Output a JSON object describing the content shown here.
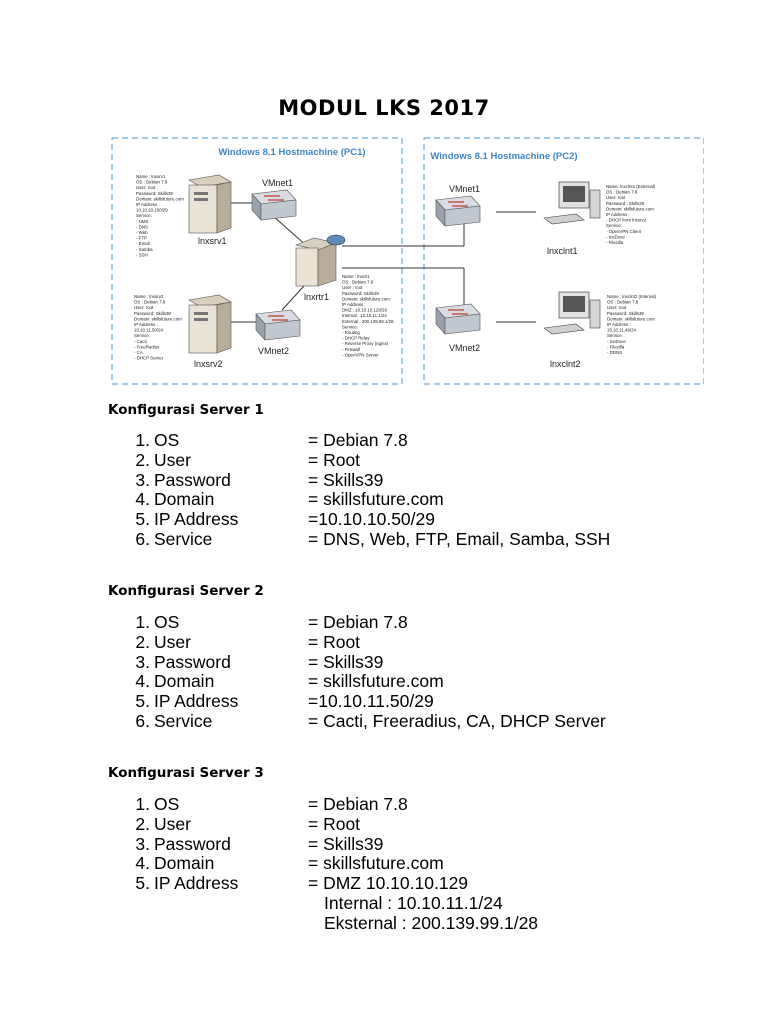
{
  "title": "MODUL LKS 2017",
  "diagram": {
    "pc1_label": "Windows 8.1 Hostmachine (PC1)",
    "pc2_label": "Windows 8.1 Hostmachine (PC2)",
    "vmnet1_left": "VMnet1",
    "vmnet2_left": "VMnet2",
    "vmnet1_right": "VMnet1",
    "vmnet2_right": "VMnet2",
    "srv1_name": "lnxsrv1",
    "srv2_name": "lnxsrv2",
    "rtr_name": "lnxrtr1",
    "clnt1_name": "lnxclnt1",
    "clnt2_name": "lnxclnt2",
    "srv1_info": [
      "Name : lnxsrv1",
      "OS : Debian 7.8",
      "User: root",
      "Password: Skills39",
      "Domain: skillsfuture.com",
      "IP Address :",
      "10.10.10.150/29",
      "Service:",
      "- NMS",
      "- DNS",
      "- Web",
      "- FTP",
      "- Email",
      "- Samba",
      "- SSH"
    ],
    "srv2_info": [
      "Name : lnxsrv2",
      "OS : Debian 7.8",
      "User: root",
      "Password: Skills39",
      "Domain: skillsfuture.com",
      "IP Address :",
      "10.10.11.50/24",
      "Service:",
      "- Cacti",
      "- FreeRadius",
      "- CA",
      "- DHCP Server"
    ],
    "rtr_info": [
      "Name : lnxrtr1",
      "OS : Debian 7.8",
      "User : root",
      "Password: Skills39",
      "Domain: skillsfuture.com",
      "IP Address :",
      "DMZ : 10.10.10.129/29",
      "Internal : 10.10.11.1/24",
      "External : 200.139.99.1/28",
      "Service:",
      "- Routing",
      "- DHCP Relay",
      "- Reverse Proxy (nginx)",
      "- Firewall",
      "- OpenVPN Server"
    ],
    "clnt1_info": [
      "Name: lnxclnt1 (External)",
      "OS : Debian 7.8",
      "User: root",
      "Password : Skills39",
      "Domain: skillsfuture.com",
      "IP Address :",
      "- DHCP from lnxsrv2",
      "Service:",
      "- OpenVPN Client",
      "- IceDove",
      "- Filezilla"
    ],
    "clnt2_info": [
      "Name : lnxclnt2 (Internal)",
      "OS : Debian 7.8",
      "User: root",
      "Password: Skills39",
      "Domain: skillsfuture.com",
      "IP Address :",
      "10.10.11.49/24",
      "Service:",
      "- IceDove",
      "- Filezilla",
      "- DDNS"
    ]
  },
  "sections": [
    {
      "heading": "Konfigurasi Server 1",
      "items": [
        {
          "num": "1.",
          "key": "OS",
          "val": "= Debian 7.8"
        },
        {
          "num": "2.",
          "key": "User",
          "val": "= Root"
        },
        {
          "num": "3.",
          "key": "Password",
          "val": "= Skills39"
        },
        {
          "num": "4.",
          "key": "Domain",
          "val": "= skillsfuture.com"
        },
        {
          "num": "5.",
          "key": "IP Address",
          "val": "=10.10.10.50/29"
        },
        {
          "num": "6.",
          "key": "Service",
          "val": "= DNS, Web, FTP, Email, Samba, SSH"
        }
      ]
    },
    {
      "heading": "Konfigurasi Server 2",
      "items": [
        {
          "num": "1.",
          "key": "OS",
          "val": "= Debian 7.8"
        },
        {
          "num": "2.",
          "key": "User",
          "val": "= Root"
        },
        {
          "num": "3.",
          "key": "Password",
          "val": "= Skills39"
        },
        {
          "num": "4.",
          "key": "Domain",
          "val": "= skillsfuture.com"
        },
        {
          "num": "5.",
          "key": "IP Address",
          "val": "=10.10.11.50/29"
        },
        {
          "num": "6.",
          "key": "Service",
          "val": "= Cacti, Freeradius, CA, DHCP Server"
        }
      ]
    },
    {
      "heading": "Konfigurasi Server 3",
      "items": [
        {
          "num": "1.",
          "key": "OS",
          "val": "= Debian 7.8"
        },
        {
          "num": "2.",
          "key": "User",
          "val": "= Root"
        },
        {
          "num": "3.",
          "key": "Password",
          "val": "= Skills39"
        },
        {
          "num": "4.",
          "key": "Domain",
          "val": "= skillsfuture.com"
        },
        {
          "num": "5.",
          "key": "IP Address",
          "val": "= DMZ 10.10.10.129"
        },
        {
          "num": "",
          "key": "",
          "val": "Internal : 10.10.11.1/24"
        },
        {
          "num": "",
          "key": "",
          "val": "Eksternal : 200.139.99.1/28"
        }
      ]
    }
  ]
}
